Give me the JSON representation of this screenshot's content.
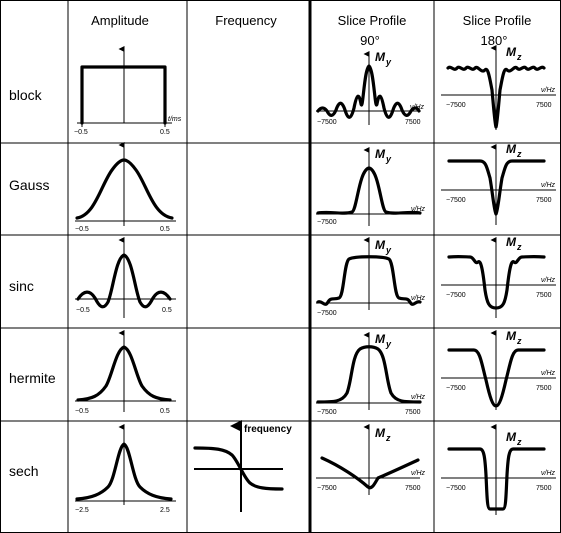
{
  "headers": {
    "amplitude": "Amplitude",
    "frequency": "Frequency",
    "slice90": "Slice Profile",
    "slice90_angle": "90°",
    "slice180": "Slice Profile",
    "slice180_angle": "180°"
  },
  "rows": [
    {
      "label": "block",
      "amp_ticks": [
        "−0.5",
        "0.5"
      ],
      "amp_unit": "t/ms",
      "p90_label": "M",
      "p90_sub": "y",
      "p180_label": "M",
      "p180_sub": "z",
      "p90_ticks": [
        "−7500",
        "7500"
      ],
      "p90_unit": "ν/Hz",
      "p180_ticks": [
        "−7500",
        "7500"
      ],
      "p180_unit": "ν/Hz",
      "freq_label": ""
    },
    {
      "label": "Gauss",
      "amp_ticks": [
        "−0.5",
        "0.5"
      ],
      "amp_unit": "",
      "p90_label": "M",
      "p90_sub": "y",
      "p180_label": "M",
      "p180_sub": "z",
      "p90_ticks": [
        "−7500",
        ""
      ],
      "p90_unit": "ν/Hz",
      "p180_ticks": [
        "−7500",
        "7500"
      ],
      "p180_unit": "ν/Hz",
      "freq_label": ""
    },
    {
      "label": "sinc",
      "amp_ticks": [
        "−0.5",
        "0.5"
      ],
      "amp_unit": "",
      "p90_label": "M",
      "p90_sub": "y",
      "p180_label": "M",
      "p180_sub": "z",
      "p90_ticks": [
        "−7500",
        ""
      ],
      "p90_unit": "ν/Hz",
      "p180_ticks": [
        "−7500",
        "7500"
      ],
      "p180_unit": "ν/Hz",
      "freq_label": ""
    },
    {
      "label": "hermite",
      "amp_ticks": [
        "−0.5",
        "0.5"
      ],
      "amp_unit": "",
      "p90_label": "M",
      "p90_sub": "y",
      "p180_label": "M",
      "p180_sub": "z",
      "p90_ticks": [
        "−7500",
        "7500"
      ],
      "p90_unit": "ν/Hz",
      "p180_ticks": [
        "−7500",
        "7500"
      ],
      "p180_unit": "ν/Hz",
      "freq_label": ""
    },
    {
      "label": "sech",
      "amp_ticks": [
        "−2.5",
        "2.5"
      ],
      "amp_unit": "",
      "p90_label": "M",
      "p90_sub": "z",
      "p180_label": "M",
      "p180_sub": "z",
      "p90_ticks": [
        "−7500",
        "7500"
      ],
      "p90_unit": "ν/Hz",
      "p180_ticks": [
        "−7500",
        "7500"
      ],
      "p180_unit": "ν/Hz",
      "freq_label": "frequency"
    }
  ]
}
